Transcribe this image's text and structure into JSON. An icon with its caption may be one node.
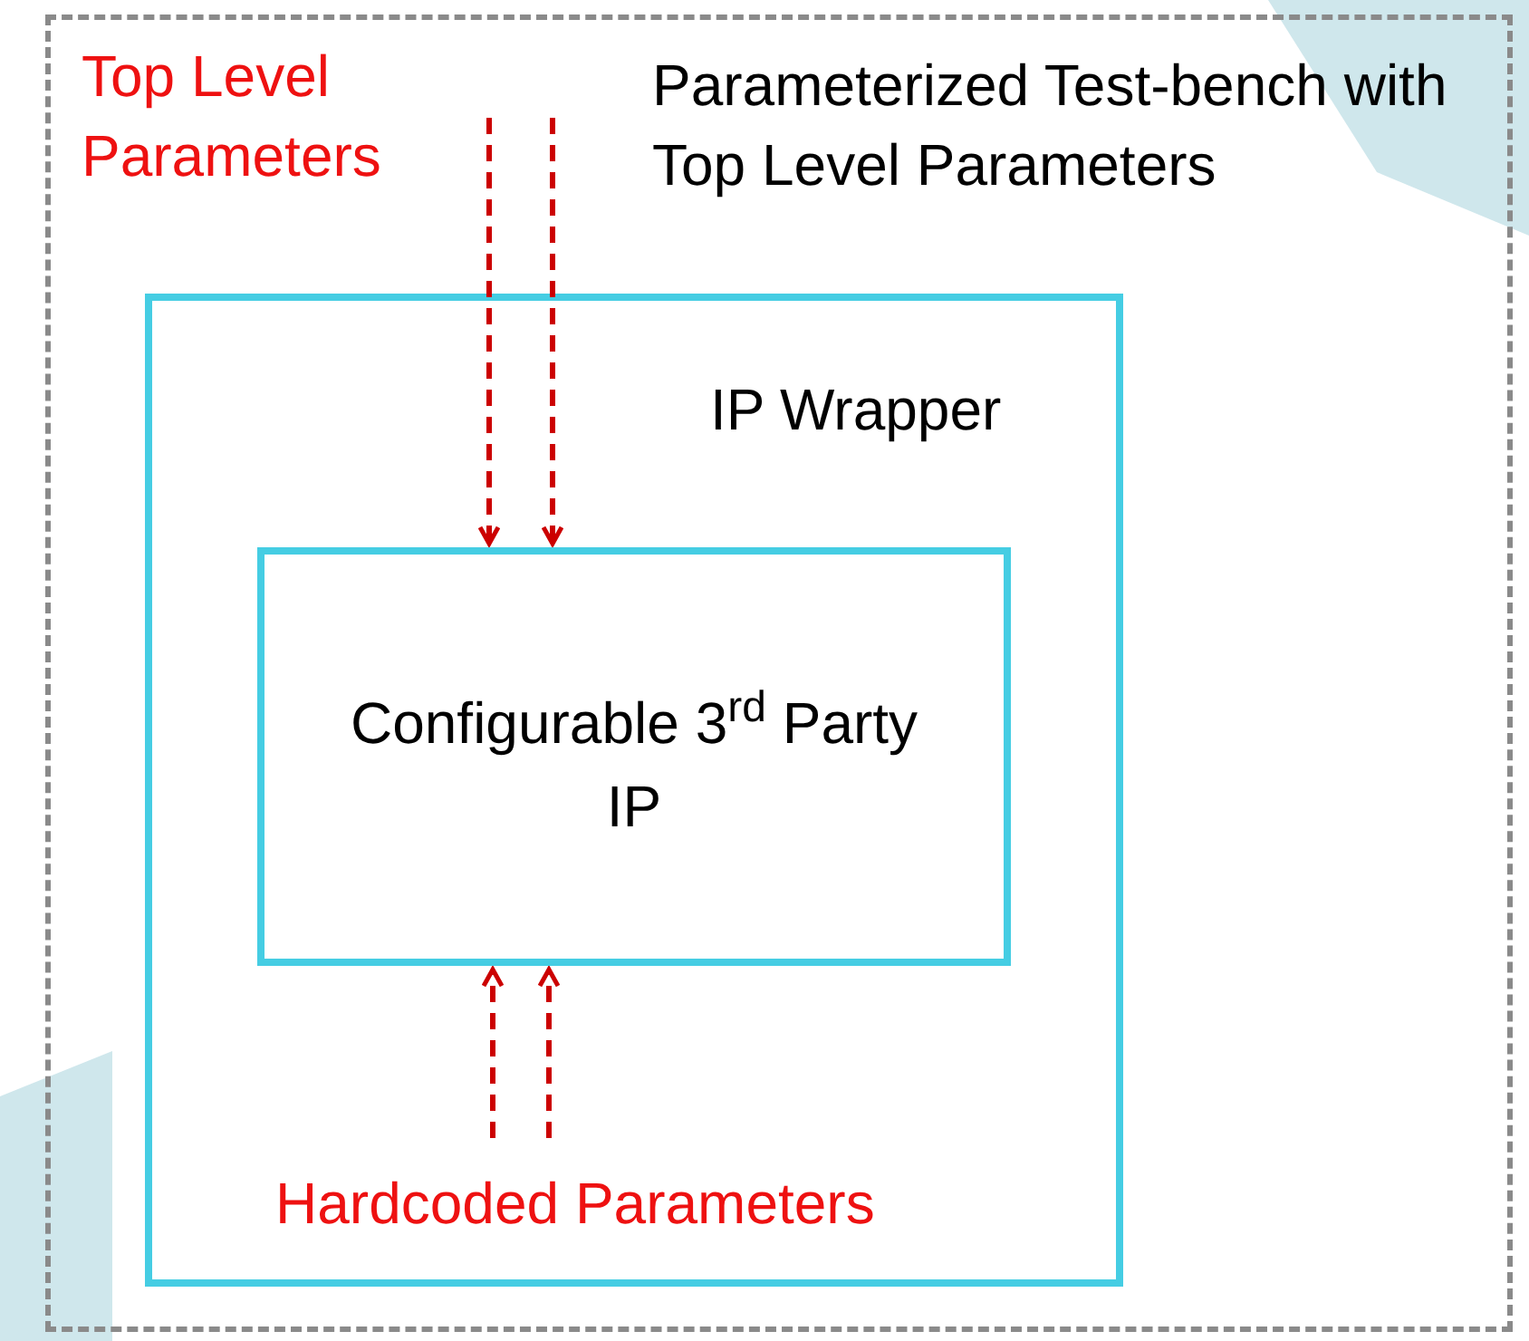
{
  "diagram": {
    "nodes": [
      {
        "text": [
          "Parameterized Test-bench with Top Level Parameters"
        ]
      },
      {
        "text": [
          "IP Wrapper"
        ],
        "in": 0
      },
      {
        "text": [
          "Configurable 3$^{rd}$ Party IP"
        ],
        "in": 1
      }
    ],
    "edges": [
      {
        "from": null,
        "to": 2,
        "arrow": "to",
        "style": "dashed"
      },
      {
        "from": null,
        "to": 2,
        "arrow": "to",
        "style": "dashed"
      },
      {
        "from": null,
        "to": 2,
        "arrow": "to",
        "style": "dashed"
      },
      {
        "from": null,
        "to": 2,
        "arrow": "to",
        "style": "dashed"
      }
    ],
    "labels": [
      "Top Level Parameters",
      "Hardcoded Parameters"
    ]
  }
}
